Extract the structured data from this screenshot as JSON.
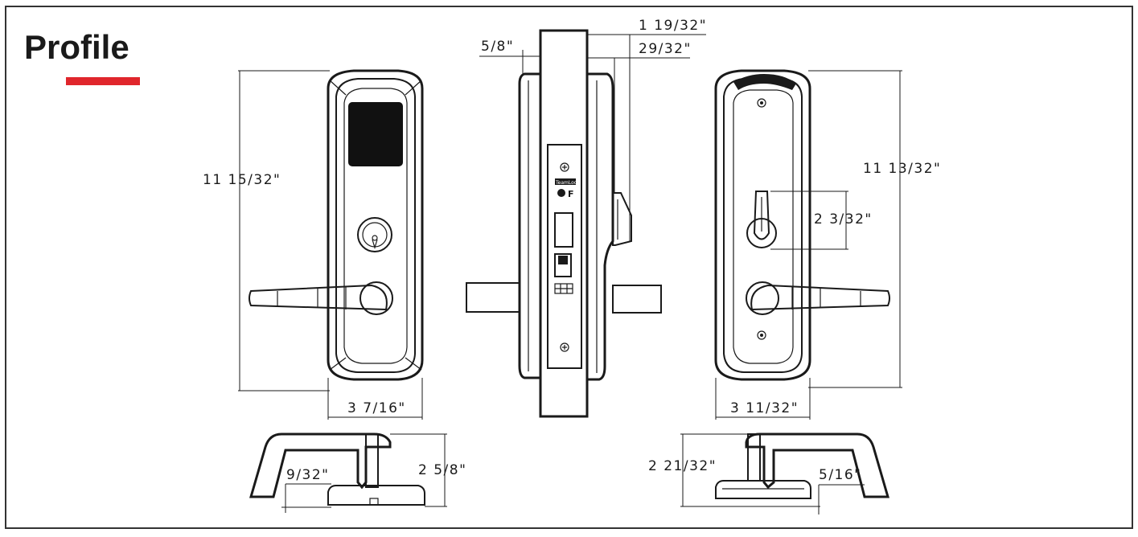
{
  "title": "Profile",
  "accent_color": "#e0262c",
  "reader_panel_color": "#111111",
  "dimensions": {
    "front_height": "11 15/32\"",
    "front_width": "3 7/16\"",
    "side_overall": "1 19/32\"",
    "side_trim": "29/32\"",
    "side_front": "5/8\"",
    "back_height": "11 13/32\"",
    "back_width": "3 11/32\"",
    "thumbturn_height": "2 3/32\"",
    "front_lever_projection": "2 5/8\"",
    "front_lever_clearance": "9/32\"",
    "back_lever_projection": "2 21/32\"",
    "back_lever_clearance": "5/16\""
  },
  "faceplate_text": {
    "brand": "TeamLock",
    "fire_mark": "F"
  }
}
